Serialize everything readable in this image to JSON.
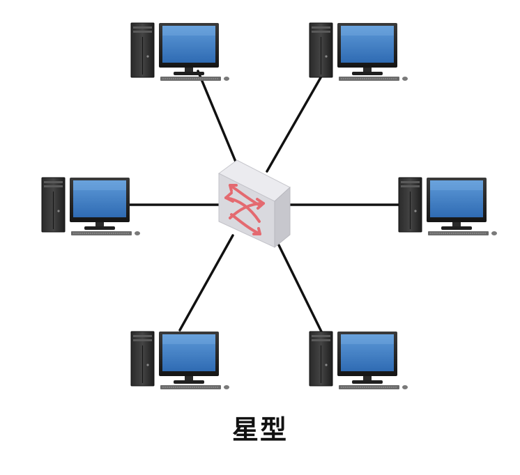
{
  "caption": "星型",
  "topology": {
    "hub": "switch",
    "nodes": [
      "computer",
      "computer",
      "computer",
      "computer",
      "computer",
      "computer"
    ]
  },
  "colors": {
    "link": "#111111",
    "screen": "#3f7fc3",
    "switch_arrows": "#e46a70"
  },
  "icons": {
    "hub": "network-switch-icon",
    "node": "desktop-computer-icon"
  }
}
